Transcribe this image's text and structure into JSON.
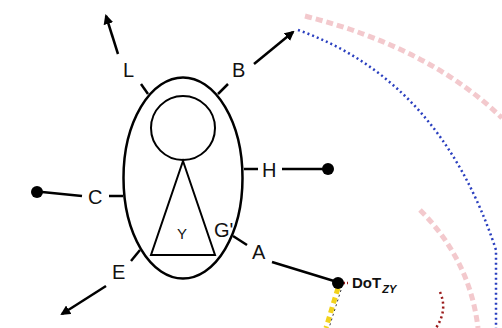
{
  "diagram": {
    "nodes": [
      {
        "text": [
          "G'"
        ]
      },
      {
        "text": [
          "Y"
        ],
        "in": 0
      }
    ],
    "labels": [
      "L",
      "B",
      "H",
      "A",
      "C",
      "E",
      "DoT",
      "ZY"
    ]
  }
}
